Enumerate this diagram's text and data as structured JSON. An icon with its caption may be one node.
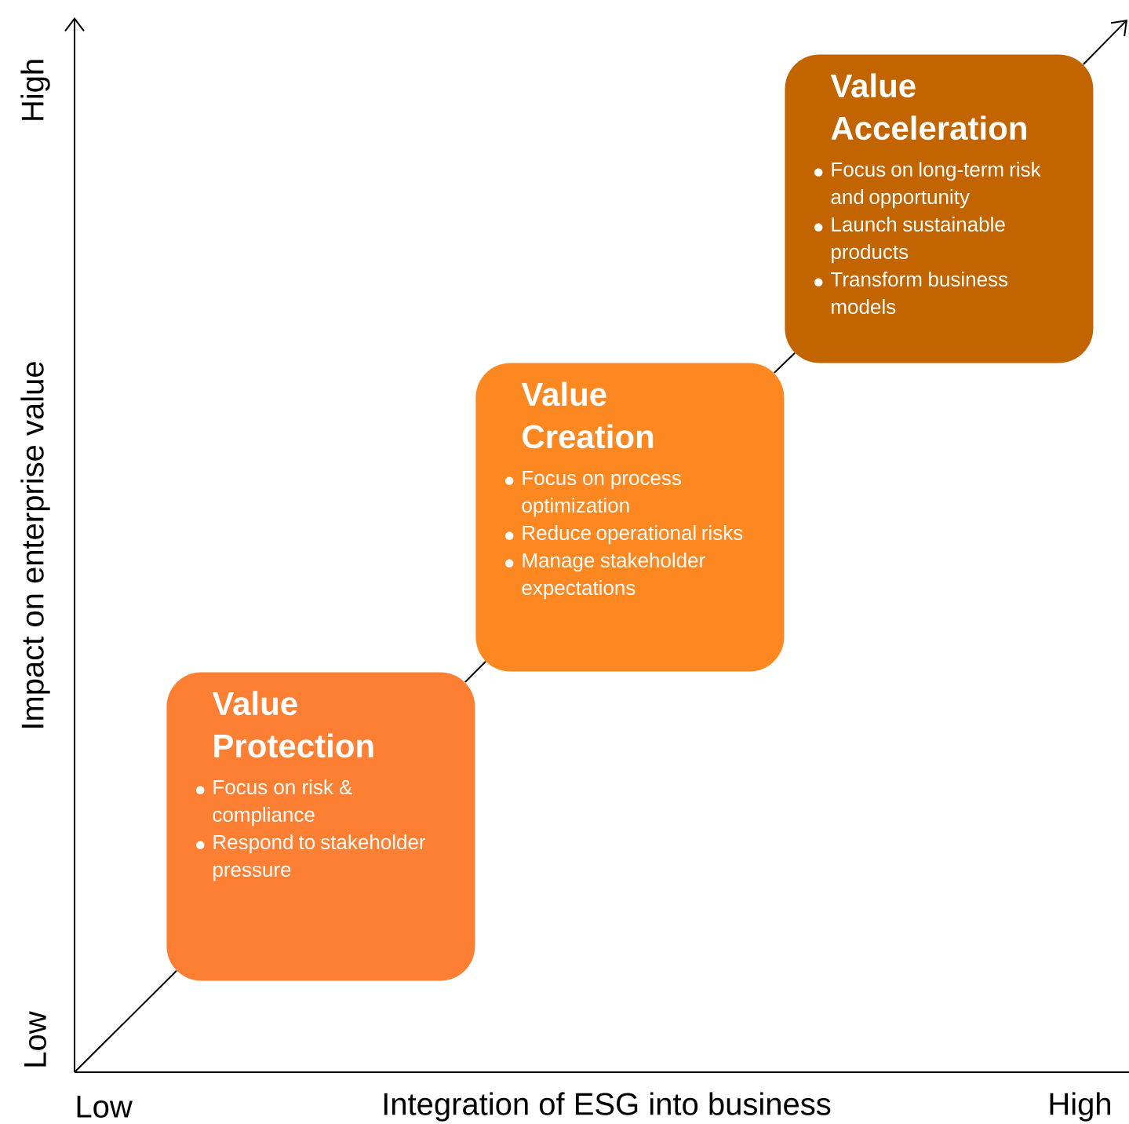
{
  "diagram": {
    "nodes": [
      {
        "text": [
          "Value Protection",
          "Focus on risk & compliance",
          "Respond to stakeholder pressure"
        ]
      },
      {
        "text": [
          "Value Creation",
          "Focus on process optimization",
          "Reduce operational risks",
          "Manage stakeholder expectations"
        ]
      },
      {
        "text": [
          "Value Acceleration",
          "Focus on long-term risk and opportunity",
          "Launch sustainable products",
          "Transform business models"
        ]
      }
    ],
    "edges": [
      {
        "from": null,
        "to": 0,
        "arrow": "none"
      },
      {
        "from": 0,
        "to": 1,
        "arrow": "none"
      },
      {
        "from": 1,
        "to": 2,
        "arrow": "none"
      },
      {
        "from": 2,
        "to": null,
        "arrow": "to"
      }
    ],
    "labels": [
      "High",
      "Impact on enterprise value",
      "Low",
      "Low",
      "Integration of ESG into business",
      "High"
    ]
  }
}
